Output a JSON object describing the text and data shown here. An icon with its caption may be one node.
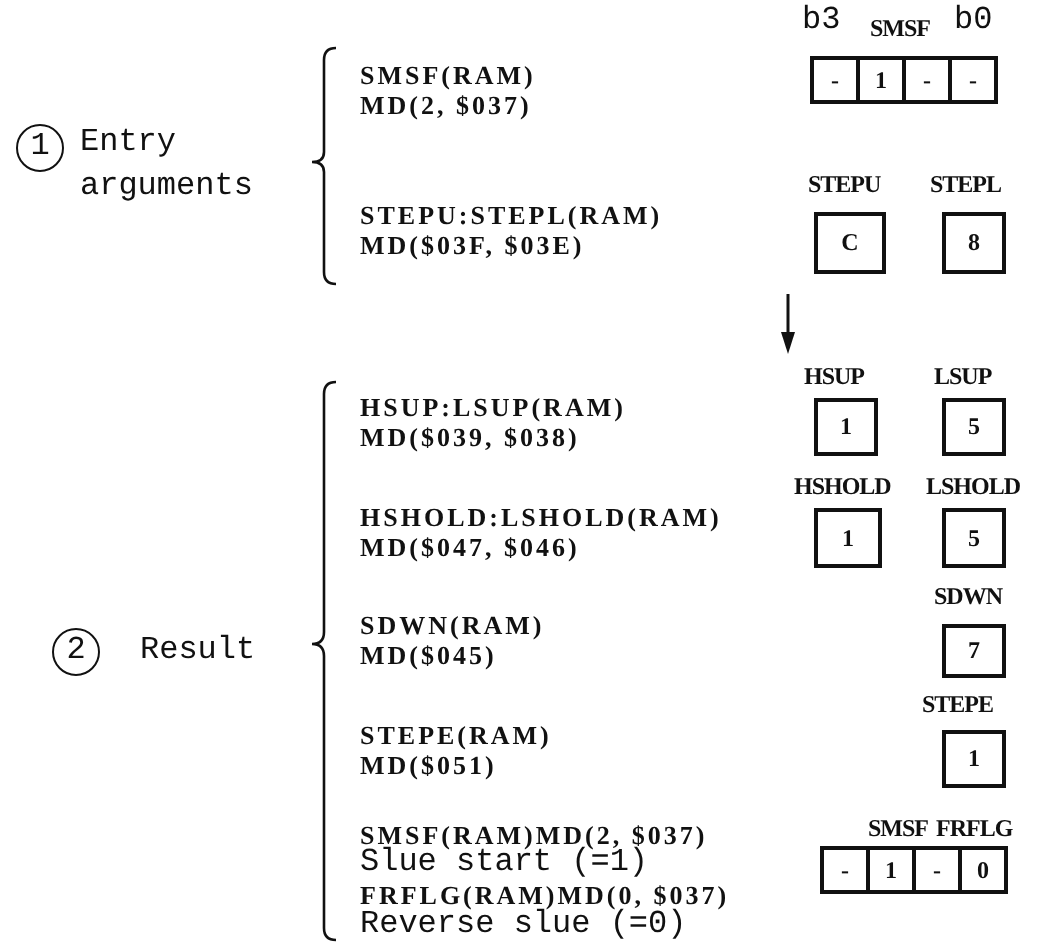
{
  "diagram": {
    "nodes": [
      {
        "text": [
          "SMSF"
        ],
        "beside": [
          "b3",
          "b0"
        ]
      },
      {
        "text": [
          "-"
        ],
        "in": 0
      },
      {
        "text": [
          "1"
        ],
        "in": 0
      },
      {
        "text": [
          "-"
        ],
        "in": 0
      },
      {
        "text": [
          "-"
        ],
        "in": 0
      },
      {
        "text": [
          "STEPU",
          "C"
        ]
      },
      {
        "text": [
          "STEPL",
          "8"
        ]
      },
      {
        "text": [
          "HSUP",
          "1"
        ]
      },
      {
        "text": [
          "LSUP",
          "5"
        ]
      },
      {
        "text": [
          "HSHOLD",
          "1"
        ]
      },
      {
        "text": [
          "LSHOLD",
          "5"
        ]
      },
      {
        "text": [
          "SDWN",
          "7"
        ]
      },
      {
        "text": [
          "STEPE",
          "1"
        ]
      },
      {
        "text": [
          "SMSF",
          "FRFLG"
        ]
      },
      {
        "text": [
          "-"
        ],
        "in": 13
      },
      {
        "text": [
          "1"
        ],
        "in": 13
      },
      {
        "text": [
          "-"
        ],
        "in": 13
      },
      {
        "text": [
          "0"
        ],
        "in": 13
      }
    ],
    "edges": [],
    "labels": [
      "1",
      "Entry arguments",
      "SMSF(RAM) MD(2, $037)",
      "STEPU:STEPL(RAM) MD($03F, $03E)",
      "2",
      "Result",
      "HSUP:LSUP(RAM) MD($039, $038)",
      "HSHOLD:LSHOLD(RAM) MD($047, $046)",
      "SDWN(RAM) MD($045)",
      "STEPE(RAM) MD($051)",
      "SMSF(RAM)MD(2, $037)",
      "Slue start (=1)",
      "FRFLG(RAM)MD(0, $037)",
      "Reverse slue (=0)"
    ]
  }
}
